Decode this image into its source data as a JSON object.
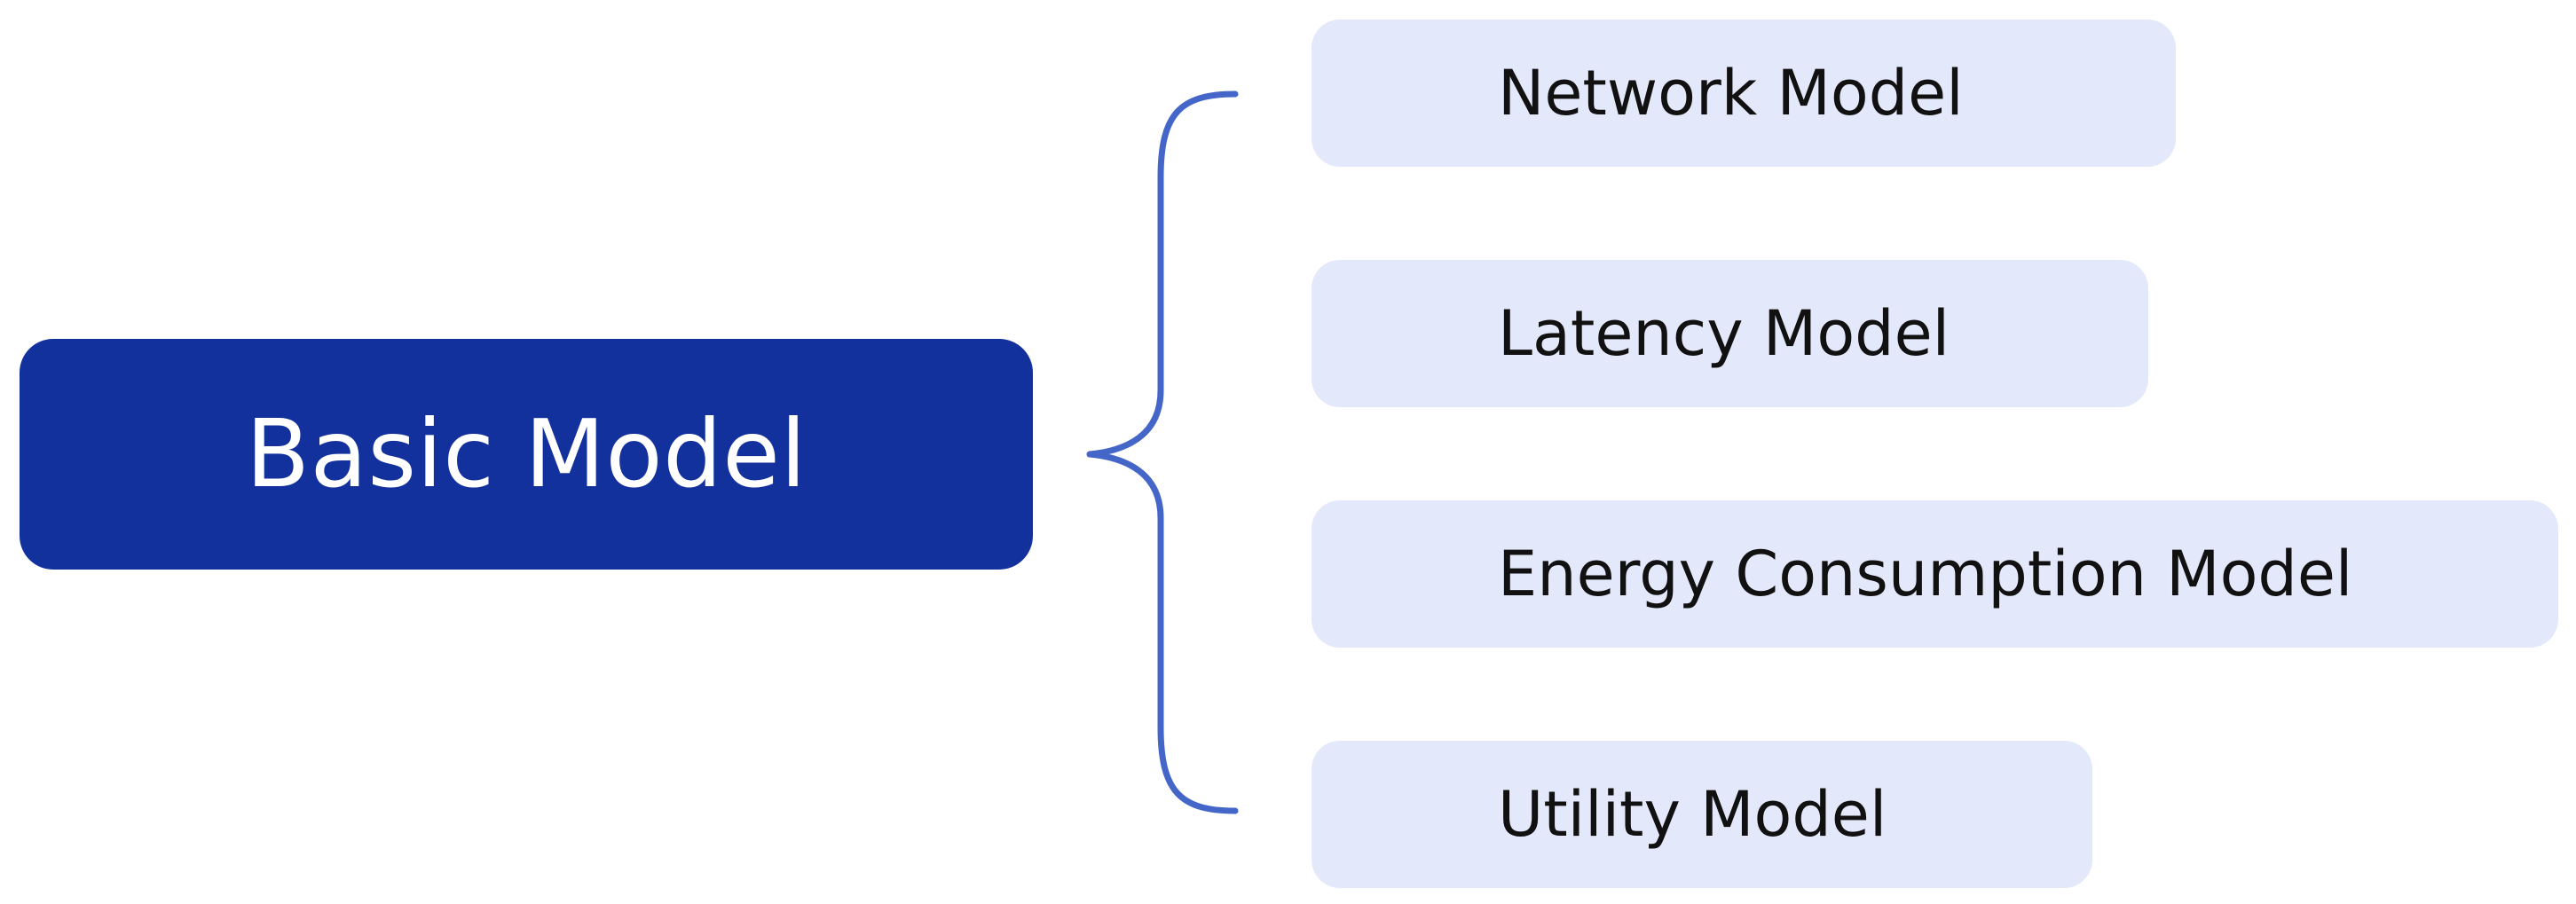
{
  "colors": {
    "root_fill": "#13319c",
    "root_text": "#ffffff",
    "child_fill": "#e3e8fa",
    "child_text": "#111111",
    "brace_stroke": "#4466c8"
  },
  "diagram": {
    "root": {
      "label": "Basic Model"
    },
    "children": [
      {
        "label": "Network Model"
      },
      {
        "label": "Latency Model"
      },
      {
        "label": "Energy Consumption Model"
      },
      {
        "label": "Utility Model"
      }
    ]
  }
}
